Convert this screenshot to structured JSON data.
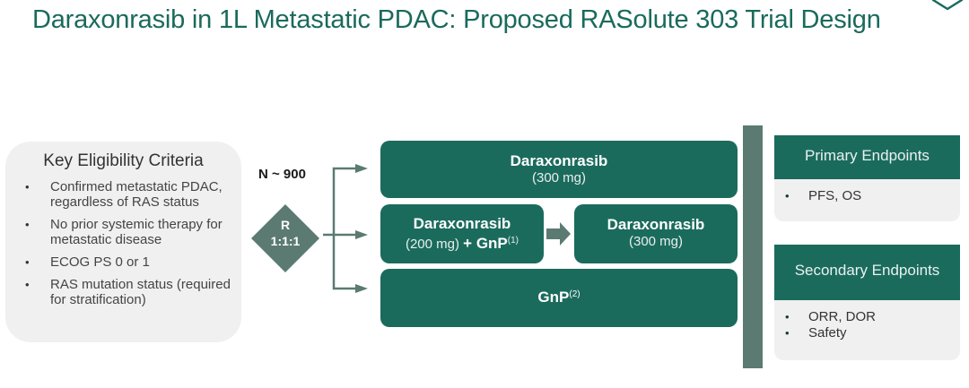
{
  "title": "Daraxonrasib in 1L Metastatic PDAC: Proposed RASolute 303 Trial Design",
  "logo_icon": "hexagon-logo-icon",
  "eligibility": {
    "title": "Key Eligibility Criteria",
    "items": [
      "Confirmed metastatic PDAC, regardless of RAS status",
      "No prior systemic therapy for metastatic disease",
      "ECOG PS 0 or 1",
      "RAS mutation status (required for stratification)"
    ]
  },
  "randomization": {
    "n_label": "N ~ 900",
    "label": "R",
    "ratio": "1:1:1"
  },
  "arms": {
    "arm1": {
      "name": "Daraxonrasib",
      "dose": "(300 mg)"
    },
    "arm2": {
      "induction": {
        "name": "Daraxonrasib",
        "dose": "(200 mg)",
        "plus": "+ GnP",
        "footnote": "(1)"
      },
      "maintenance": {
        "name": "Daraxonrasib",
        "dose": "(300 mg)"
      }
    },
    "arm3": {
      "name": "GnP",
      "footnote": "(2)"
    }
  },
  "endpoints": {
    "primary": {
      "title": "Primary Endpoints",
      "items": [
        "PFS, OS"
      ]
    },
    "secondary": {
      "title": "Secondary Endpoints",
      "items": [
        "ORR, DOR",
        "Safety"
      ]
    }
  },
  "colors": {
    "brand_green": "#1b6b5d",
    "slate_green": "#5b7a72",
    "panel_gray": "#f0f0f0",
    "title_green": "#1a6a5c"
  }
}
